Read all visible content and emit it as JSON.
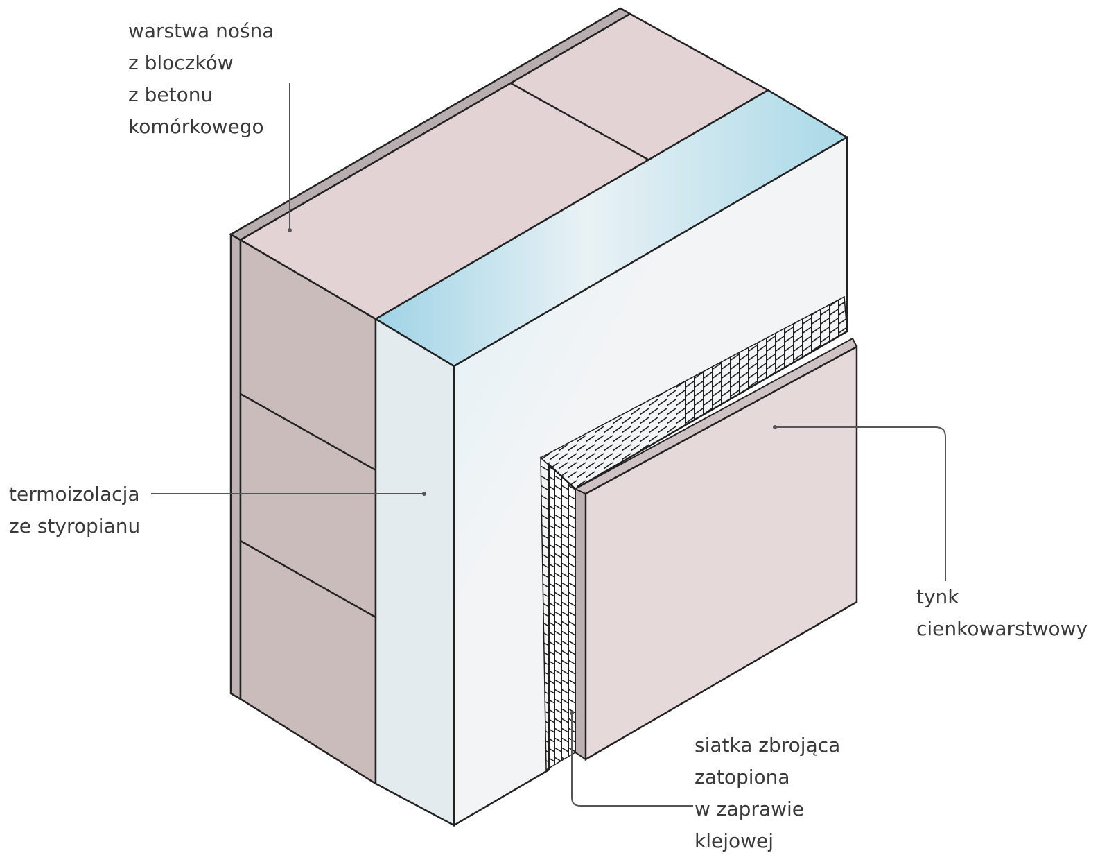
{
  "labels": {
    "load_bearing": [
      "warstwa nośna",
      "z bloczków",
      "z betonu",
      "komórkowego"
    ],
    "insulation": [
      "termoizolacja",
      "ze styropianu"
    ],
    "plaster": [
      "tynk",
      "cienkowarstwowy"
    ],
    "mesh": [
      "siatka zbrojąca",
      "zatopiona",
      "w zaprawie",
      "klejowej"
    ]
  },
  "colors": {
    "block_face": "#e3d3d4",
    "block_side": "#cbbcbc",
    "styrofoam": "#eef1f4",
    "styrofoam_tint": "#9fd0e2",
    "plaster": "#e6d9da",
    "mesh": "#1e1e1e",
    "line": "#222222",
    "leader": "#555555"
  }
}
